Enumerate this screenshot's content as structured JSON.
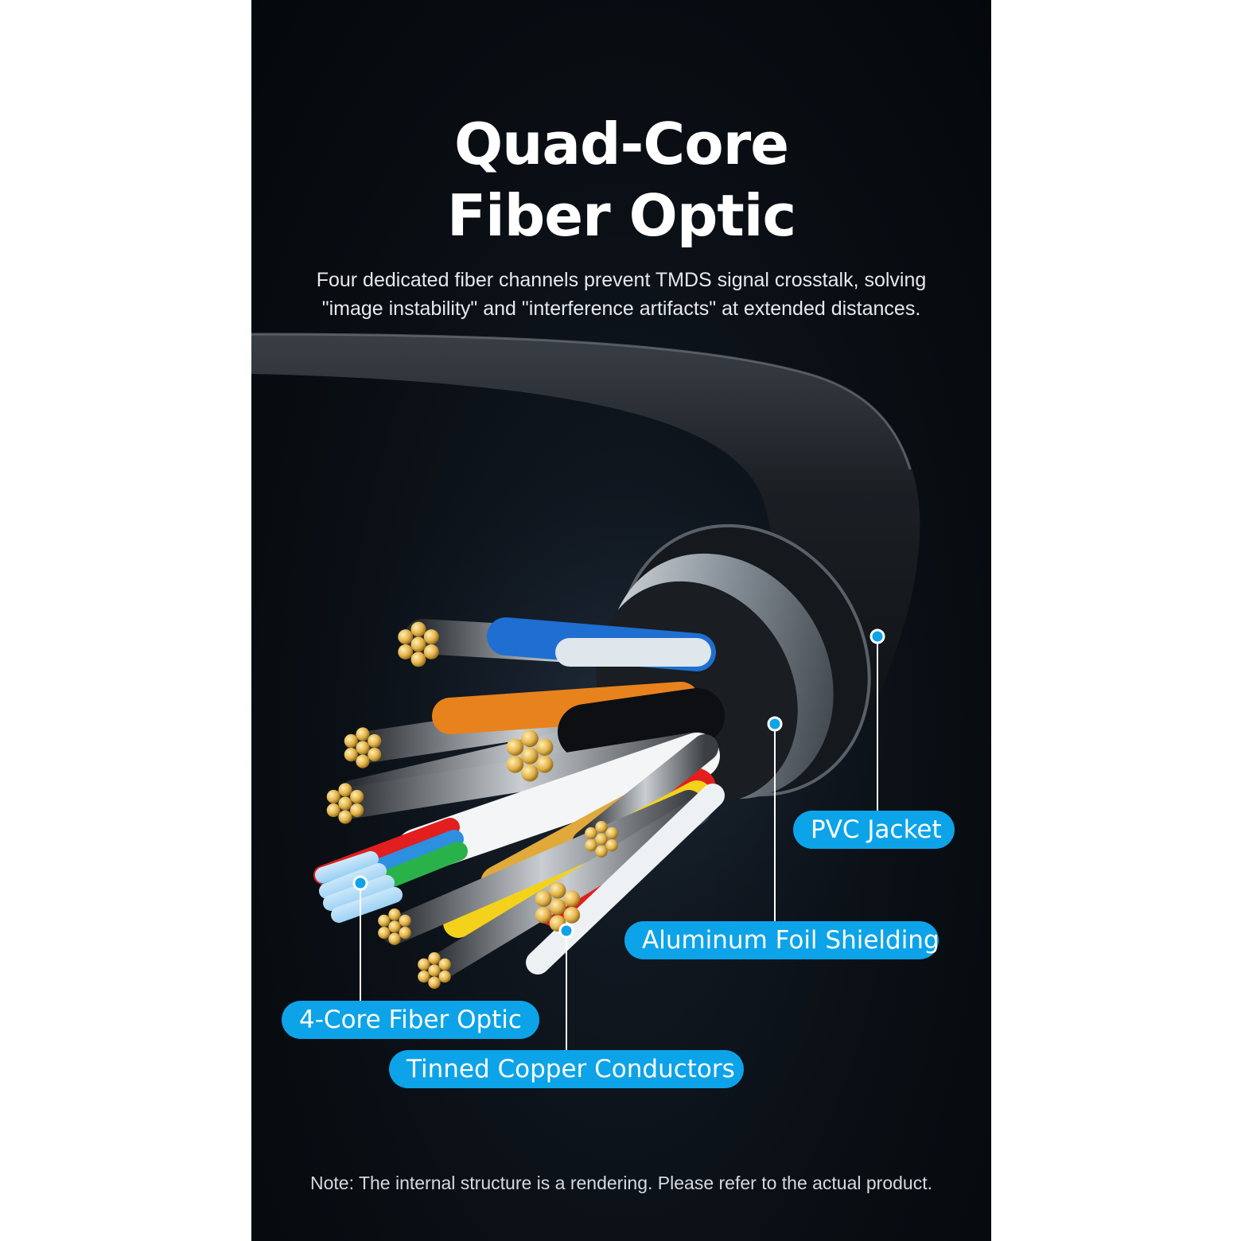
{
  "heading": {
    "line1": "Quad-Core",
    "line2": "Fiber Optic"
  },
  "description": {
    "line1": "Four dedicated fiber channels prevent TMDS signal crosstalk, solving",
    "line2": "\"image instability\" and \"interference artifacts\" at extended distances."
  },
  "callouts": {
    "pvc_jacket": "PVC Jacket",
    "foil_shielding": "Aluminum Foil Shielding",
    "fiber_optic": "4-Core Fiber Optic",
    "copper_conductors": "Tinned Copper Conductors"
  },
  "note": "Note: The internal structure is a rendering. Please refer to the actual product.",
  "colors": {
    "background": "#0a0f15",
    "accent": "#0da3e8",
    "text": "#ffffff"
  }
}
